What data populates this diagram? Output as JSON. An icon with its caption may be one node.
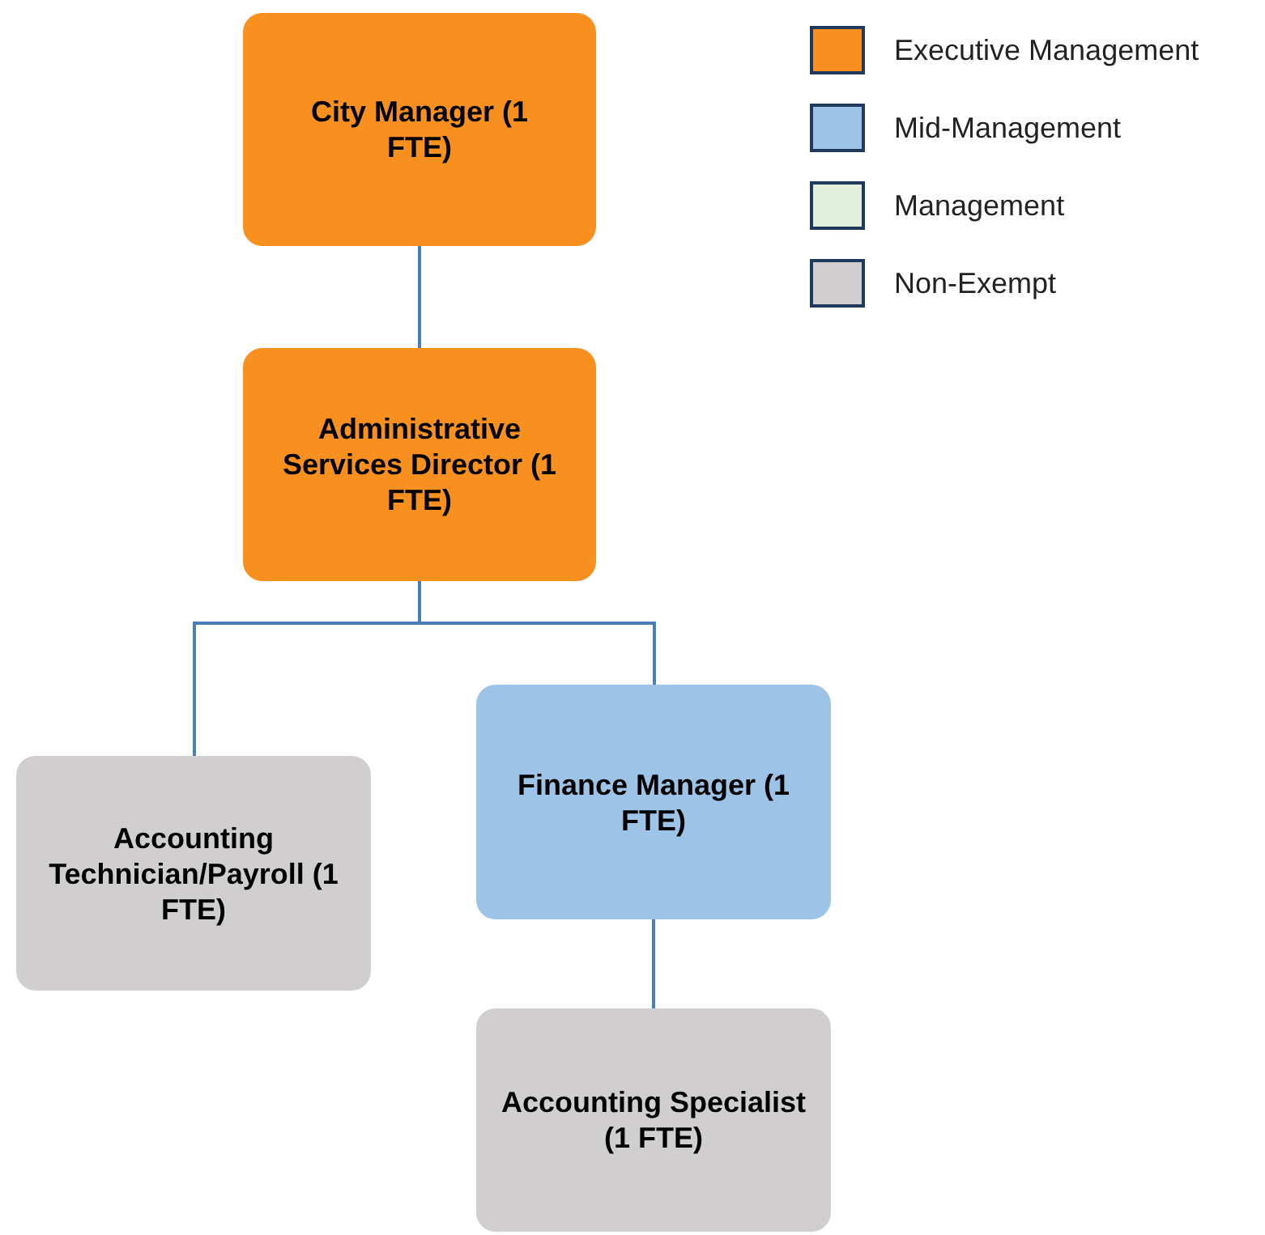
{
  "diagram": {
    "nodes": [
      {
        "text": [
          "City Manager (1 FTE)"
        ]
      },
      {
        "text": [
          "Administrative Services Director (1 FTE)"
        ]
      },
      {
        "text": [
          "Accounting Technician/Payroll (1 FTE)"
        ]
      },
      {
        "text": [
          "Finance Manager (1 FTE)"
        ]
      },
      {
        "text": [
          "Accounting Specialist  (1 FTE)"
        ]
      }
    ],
    "edges": [
      {
        "from": 0,
        "to": 1,
        "arrow": "none"
      },
      {
        "from": 1,
        "to": 2,
        "arrow": "none"
      },
      {
        "from": 1,
        "to": 3,
        "arrow": "none"
      },
      {
        "from": 3,
        "to": 4,
        "arrow": "none"
      }
    ],
    "legend": [
      {
        "text": "Executive Management",
        "color": "#f7901e"
      },
      {
        "text": "Mid-Management",
        "color": "#9dc3e6"
      },
      {
        "text": "Management",
        "color": "#e2efda"
      },
      {
        "text": "Non-Exempt",
        "color": "#d0cece"
      }
    ]
  }
}
